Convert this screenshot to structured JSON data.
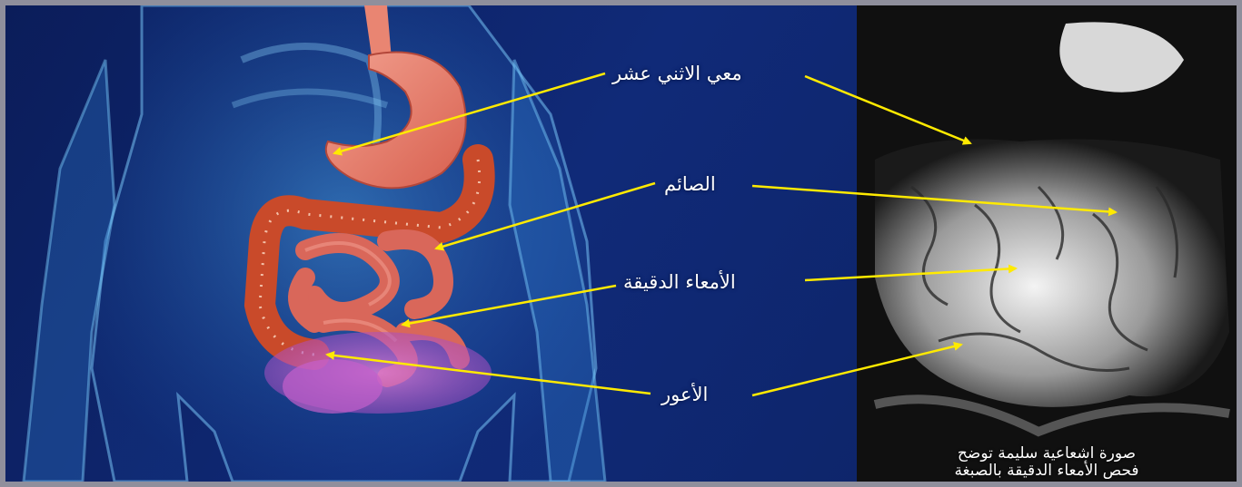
{
  "labels": {
    "duodenum": "معي الاثني عشر",
    "jejunum": "الصائم",
    "small_intestine": "الأمعاء الدقيقة",
    "cecum": "الأعور"
  },
  "xray_caption": {
    "line1": "صورة اشعاعية سليمة توضح",
    "line2": "فحص الأمعاء الدقيقة بالصبغة"
  },
  "colors": {
    "callout": "#ffea00",
    "background": "#0b1d5a",
    "organ": "#e2604f"
  }
}
